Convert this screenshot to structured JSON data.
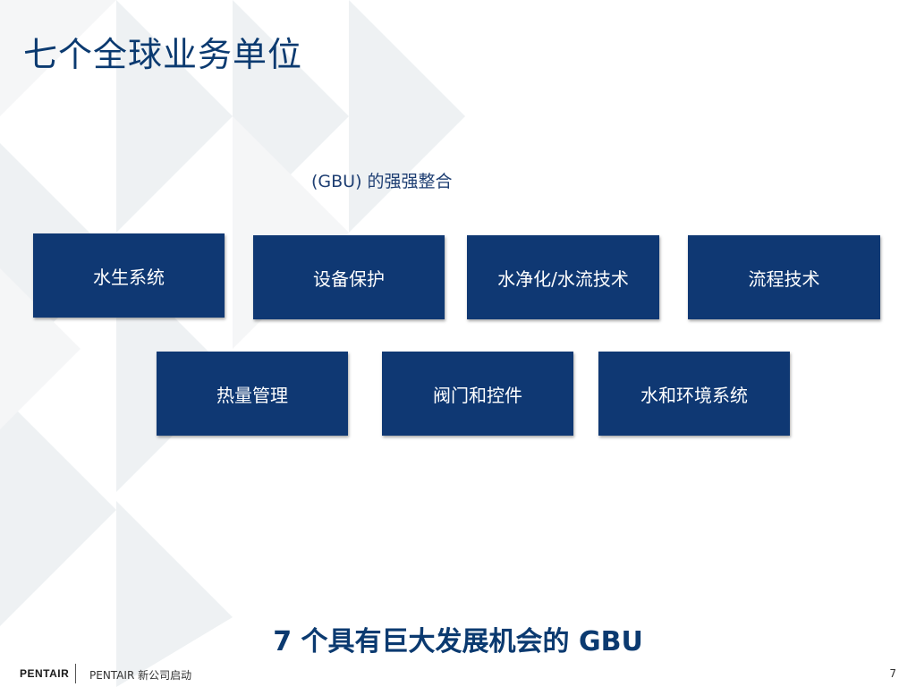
{
  "slide": {
    "title": "七个全球业务单位",
    "subtitle": "(GBU) 的强强整合",
    "tagline": "7 个具有巨大发展机会的 GBU"
  },
  "gbus": {
    "row1": [
      "水生系统",
      "设备保护",
      "水净化/水流技术",
      "流程技术"
    ],
    "row2": [
      "热量管理",
      "阀门和控件",
      "水和环境系统"
    ]
  },
  "footer": {
    "logo": "PENTAIR",
    "text": "PENTAIR 新公司启动",
    "page_number": "7"
  },
  "colors": {
    "box_fill": "#0f3873",
    "title": "#0b3a70",
    "background_pattern": "#eef0f2"
  }
}
